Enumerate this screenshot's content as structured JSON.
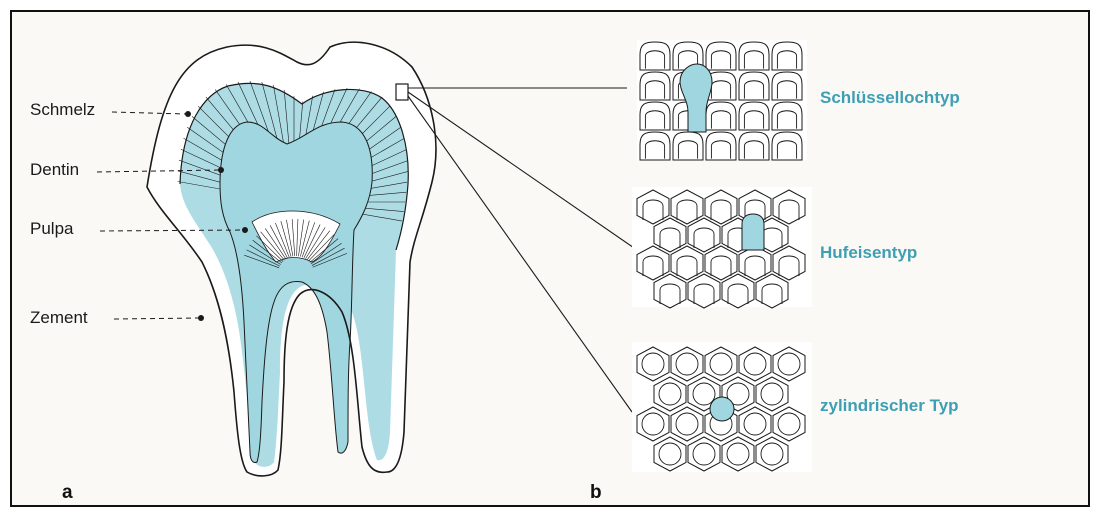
{
  "labels": {
    "schmelz": "Schmelz",
    "dentin": "Dentin",
    "pulpa": "Pulpa",
    "zement": "Zement"
  },
  "types": {
    "keyhole": "Schlüssellochtyp",
    "horseshoe": "Hufeisentyp",
    "cylindrical": "zylindrischer Typ"
  },
  "panels": {
    "a": "a",
    "b": "b"
  },
  "colors": {
    "highlight": "#9fd6e0",
    "label_teal": "#3d9fb3",
    "line": "#1a1a1a"
  }
}
